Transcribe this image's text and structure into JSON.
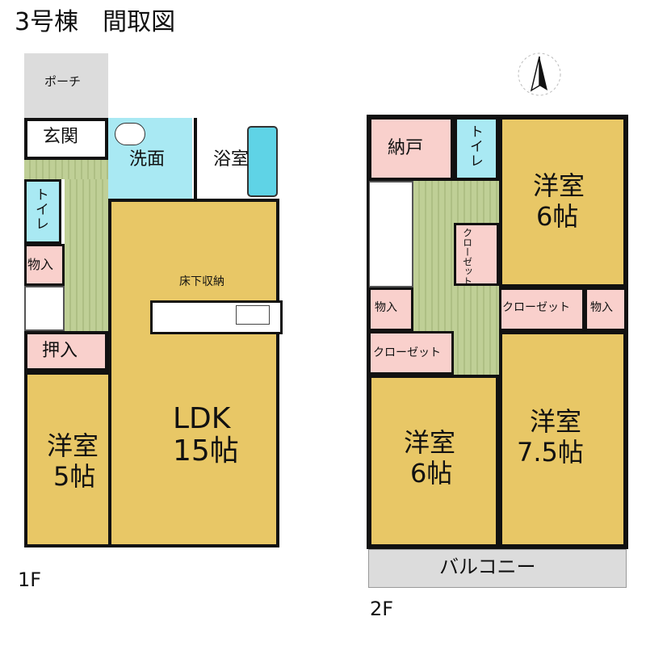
{
  "title": "3号棟　間取図",
  "floors": {
    "first": {
      "label": "1F",
      "rooms": {
        "porch": "ポーチ",
        "entrance": "玄関",
        "washroom": "洗面",
        "bathroom": "浴室",
        "toilet": "トイレ",
        "storage": "物入",
        "closet": "押入",
        "underfloor": "床下収納",
        "ldk_name": "LDK",
        "ldk_size": "15帖",
        "western_name": "洋室",
        "western_size": "5帖"
      }
    },
    "second": {
      "label": "2F",
      "rooms": {
        "storeroom": "納戸",
        "toilet": "トイレ",
        "closet_small": "クローゼット",
        "storage_left": "物入",
        "closet_left": "クローゼット",
        "closet_right": "クローゼット",
        "storage_right": "物入",
        "room_ne_name": "洋室",
        "room_ne_size": "6帖",
        "room_sw_name": "洋室",
        "room_sw_size": "6帖",
        "room_se_name": "洋室",
        "room_se_size": "7.5帖",
        "balcony": "バルコニー"
      }
    }
  },
  "compass": "north-arrow-icon",
  "colors": {
    "wood_floor": "#e8c766",
    "wet_area": "#a9e9f3",
    "storage": "#f9d0cc",
    "corridor": "#bfcf96",
    "porch": "#dcdcdc",
    "wall": "#111111"
  }
}
